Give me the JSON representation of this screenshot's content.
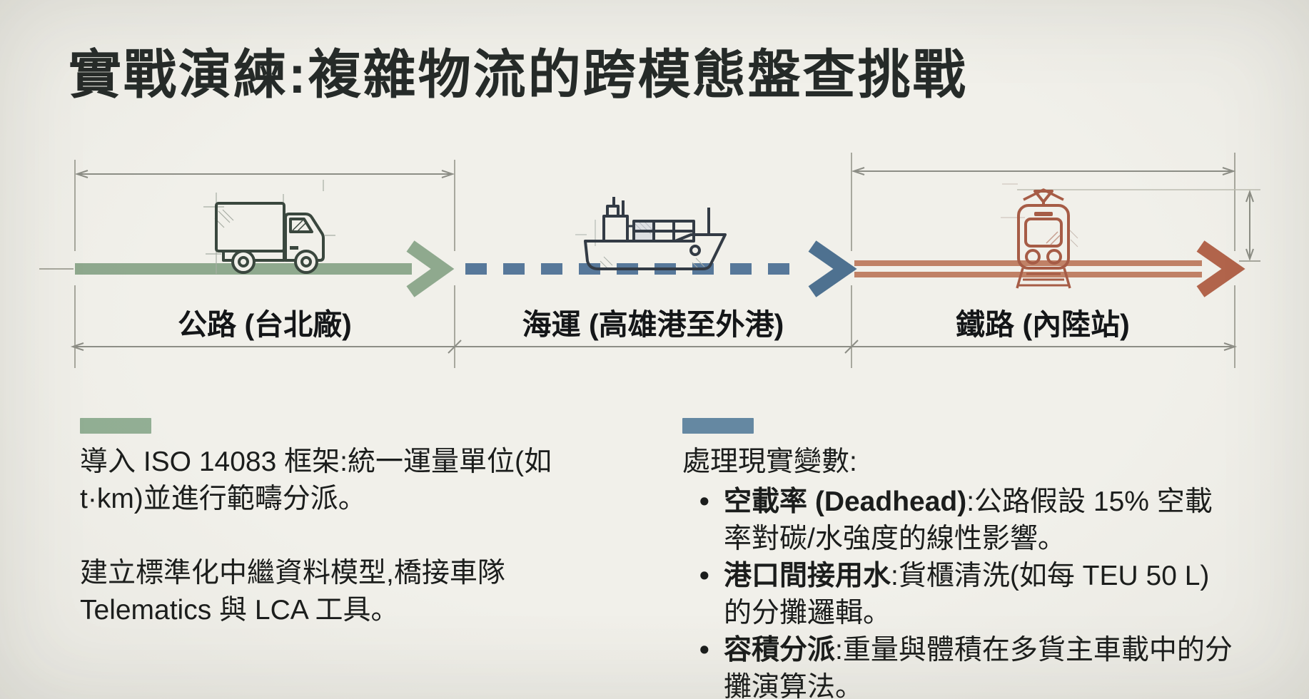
{
  "title": "實戰演練:複雜物流的跨模態盤查挑戰",
  "colors": {
    "background": "#F1F0EA",
    "road_green": "#8FA98E",
    "sea_blue": "#57789A",
    "sea_arrowhead_blue": "#4E7190",
    "rail_rust_shaft": "#C08166",
    "rail_rust_head": "#B2644B",
    "accent_green_bar": "#92AF94",
    "accent_blue_bar": "#6588A2",
    "dimension_gray": "#8D8E86"
  },
  "diagram": {
    "segments": [
      {
        "mode": "road",
        "label": "公路 (台北廠)",
        "icon": "truck-icon",
        "line_style": "solid",
        "color": "#8FA98E"
      },
      {
        "mode": "sea",
        "label": "海運 (高雄港至外港)",
        "icon": "ship-icon",
        "line_style": "dashed",
        "color": "#57789A"
      },
      {
        "mode": "rail",
        "label": "鐵路 (內陸站)",
        "icon": "train-icon",
        "line_style": "double-line",
        "color": "#B2644B"
      }
    ]
  },
  "left_panel": {
    "paragraphs": [
      "導入 ISO 14083 框架:統一運量單位(如\nt·km)並進行範疇分派。",
      "建立標準化中繼資料模型,橋接車隊\nTelematics 與 LCA 工具。"
    ]
  },
  "right_panel": {
    "heading": "處理現實變數:",
    "bullet_marker": "•",
    "bullets": [
      {
        "bold": "空載率 (Deadhead)",
        "rest": ":公路假設 15% 空載\n率對碳/水強度的線性影響。"
      },
      {
        "bold": "港口間接用水",
        "rest": ":貨櫃清洗(如每 TEU 50 L)\n的分攤邏輯。"
      },
      {
        "bold": "容積分派",
        "rest": ":重量與體積在多貨主車載中的分\n攤演算法。"
      }
    ]
  }
}
